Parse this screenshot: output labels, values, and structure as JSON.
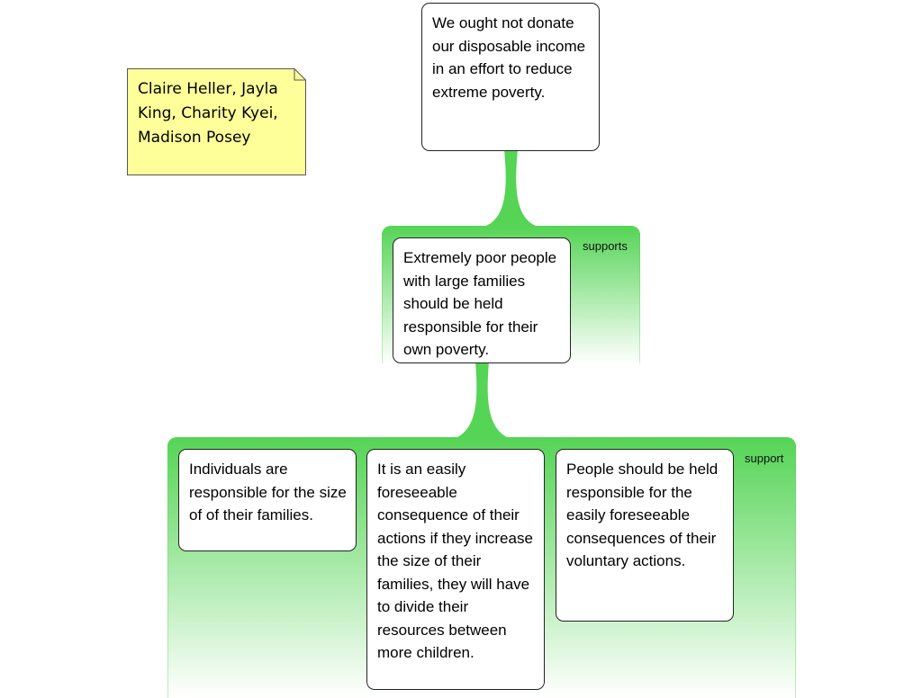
{
  "note": {
    "text": "Claire Heller, Jayla King, Charity Kyei, Madison Posey"
  },
  "main_claim": {
    "text": "We ought not donate our disposable income in an effort to reduce extreme poverty."
  },
  "reason_group_1": {
    "label": "supports",
    "claim": "Extremely poor people with large families should be held responsible for their own poverty."
  },
  "reason_group_2": {
    "label": "support",
    "premises": [
      "Individuals are responsible for the size of of their families.",
      "It is an easily foreseeable consequence of their actions if they increase the size of their families, they will have to divide their resources between more children.",
      "People should be held responsible for the easily foreseeable consequences of their voluntary actions."
    ]
  },
  "colors": {
    "support_green": "#55d455",
    "note_yellow": "#ffff99"
  }
}
